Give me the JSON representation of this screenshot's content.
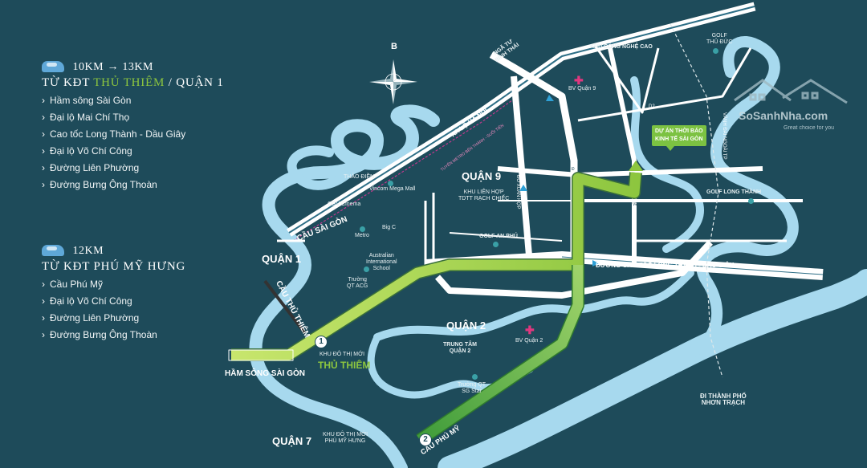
{
  "panel1": {
    "distance_from": "10KM",
    "distance_to": "13KM",
    "arrow": "→",
    "prefix": "TỪ KĐT ",
    "place": "THỦ THIÊM",
    "suffix": " / QUẬN 1",
    "items": [
      "Hầm sông Sài Gòn",
      "Đại lộ Mai Chí Thọ",
      "Cao tốc Long Thành - Dầu Giây",
      "Đại lộ Võ Chí Công",
      "Đường Liên Phường",
      "Đường Bưng Ông Thoàn"
    ]
  },
  "panel2": {
    "distance": "12KM",
    "prefix": "TỪ KĐT ",
    "place": "PHÚ MỸ HƯNG",
    "items": [
      "Cầu Phú Mỹ",
      "Đại lộ Võ Chí Công",
      "Đường Liên Phường",
      "Đường Bưng Ông Thoàn"
    ]
  },
  "compass": {
    "north": "B"
  },
  "districts": {
    "q1": "QUẬN 1",
    "q2": "QUẬN 2",
    "q7": "QUẬN 7",
    "q9": "QUẬN 9"
  },
  "roads": {
    "xa_lo_ha_noi": "XA LỘ HÀ NỘI",
    "metro_line": "TUYẾN METRO BẾN THÀNH - SUỐI TIÊN",
    "cao_toc": "ĐƯỜNG CAO TỐC LONG THÀNH - DẦU GIÂY",
    "nguyen_duy_trinh": "NGUYỄN DUY TRINH",
    "do_xuan_hop": "ĐỖ XUÂN HỢP",
    "vanh_dai": "VÀNH ĐAI NGOÀI TP",
    "d2": "D2",
    "d_small": "Đ",
    "vlan": "VĐ"
  },
  "places": {
    "nga_tu": "NGÃ TƯ\nBÌNH THÁI",
    "khu_cong_nghe": "KHU CÔNG NGHỆ CAO",
    "bv_q9": "BV Quận 9",
    "golf_thu_duc": "GOLF\nTHỦ ĐỨC",
    "thao_dien": "THẢO ĐIỀN",
    "vincom": "Vincom Mega Mall",
    "cgv": "CGV Cinema",
    "big_c": "Big C",
    "metro": "Metro",
    "khu_lien_hop": "KHU LIÊN HỢP\nTDTT RẠCH CHIẾC",
    "golf_an_phu": "GOLF AN PHÚ",
    "golf_long_thanh": "GOLF LONG THÀNH",
    "aus_school": "Australian\nInternational\nSchool",
    "acg": "Trường\nQT ACG",
    "cau_sai_gon": "CẦU SÀI GÒN",
    "cau_thu_thiem": "CẦU THỦ THIÊM",
    "ham_song": "HẦM SÔNG SÀI GÒN",
    "kdt_thu_thiem_top": "KHU ĐÔ THỊ MỚI",
    "kdt_thu_thiem": "THỦ THIÊM",
    "trung_tam_q2": "TRUNG TÂM\nQUẬN 2",
    "bv_q2": "BV Quận 2",
    "sg_star": "Trường QT\nSG Star",
    "kdt_phu_my_hung": "KHU ĐÔ THỊ MỚI\nPHÚ MỸ HƯNG",
    "cau_phu_my": "CẦU PHÚ MỸ",
    "nhon_trach": "ĐI THÀNH PHỐ\nNHƠN TRẠCH"
  },
  "project_callout": "DỰ ÁN THỜI BÁO\nKINH TẾ SÀI GÒN",
  "route_badges": [
    "1",
    "2"
  ],
  "watermark": {
    "brand": "SoSanhNha.com",
    "tagline": "Great choice for you"
  },
  "colors": {
    "background": "#1e4b5a",
    "river": "#a7d9ee",
    "road": "#ffffff",
    "route1": "#8dc63f",
    "route2": "#5bb544"
  }
}
